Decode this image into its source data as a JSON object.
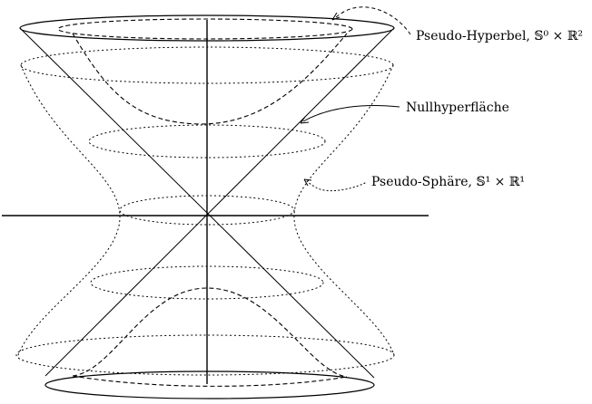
{
  "diagram": {
    "labels": {
      "pseudo_hyperbel": "Pseudo-Hyperbel, 𝕊⁰ × ℝ²",
      "nullhyperflaeche": "Nullhyperfläche",
      "pseudo_sphaere": "Pseudo-Sphäre, 𝕊¹ × ℝ¹"
    },
    "line_color": "#000000",
    "background_color": "#ffffff"
  }
}
